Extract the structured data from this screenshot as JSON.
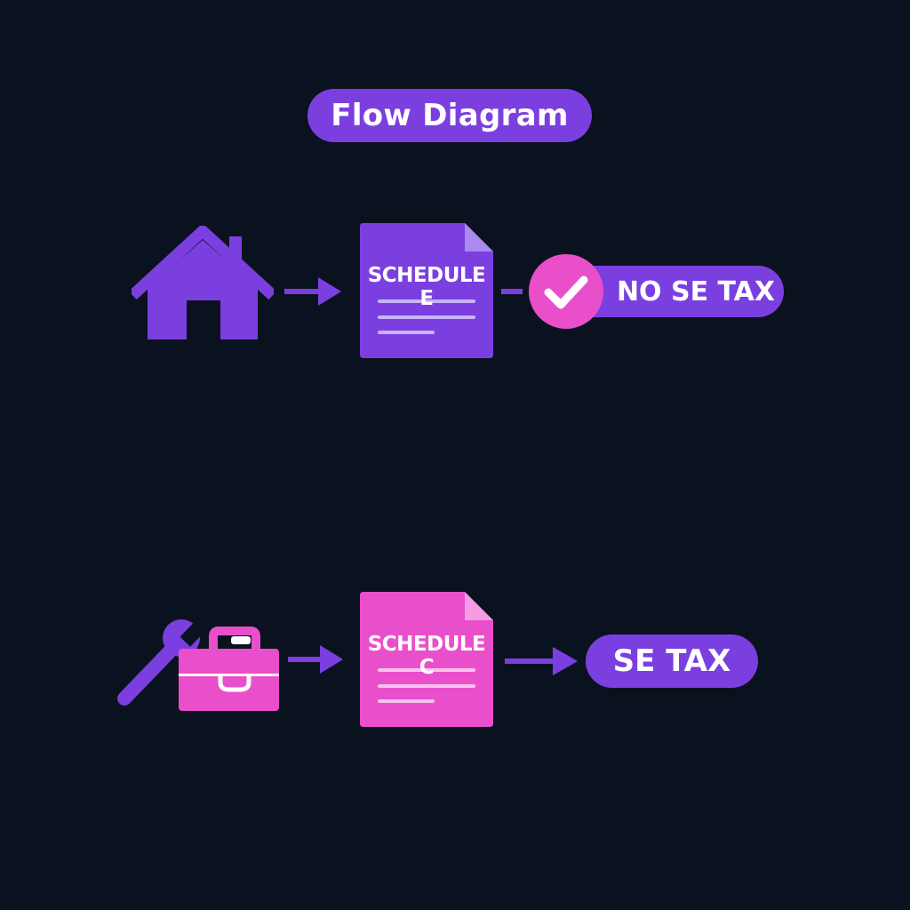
{
  "title": "Flow Diagram",
  "colors": {
    "background": "#0b121f",
    "purple": "#7b3fe0",
    "pink": "#e94fcb",
    "white": "#ffffff"
  },
  "rows": [
    {
      "source_icon": "house-icon",
      "document_label": "SCHEDULE E",
      "result_icon": "check-circle-icon",
      "result_label": "NO SE TAX"
    },
    {
      "source_icon": "wrench-toolbox-icon",
      "document_label": "SCHEDULE C",
      "result_label": "SE TAX"
    }
  ]
}
